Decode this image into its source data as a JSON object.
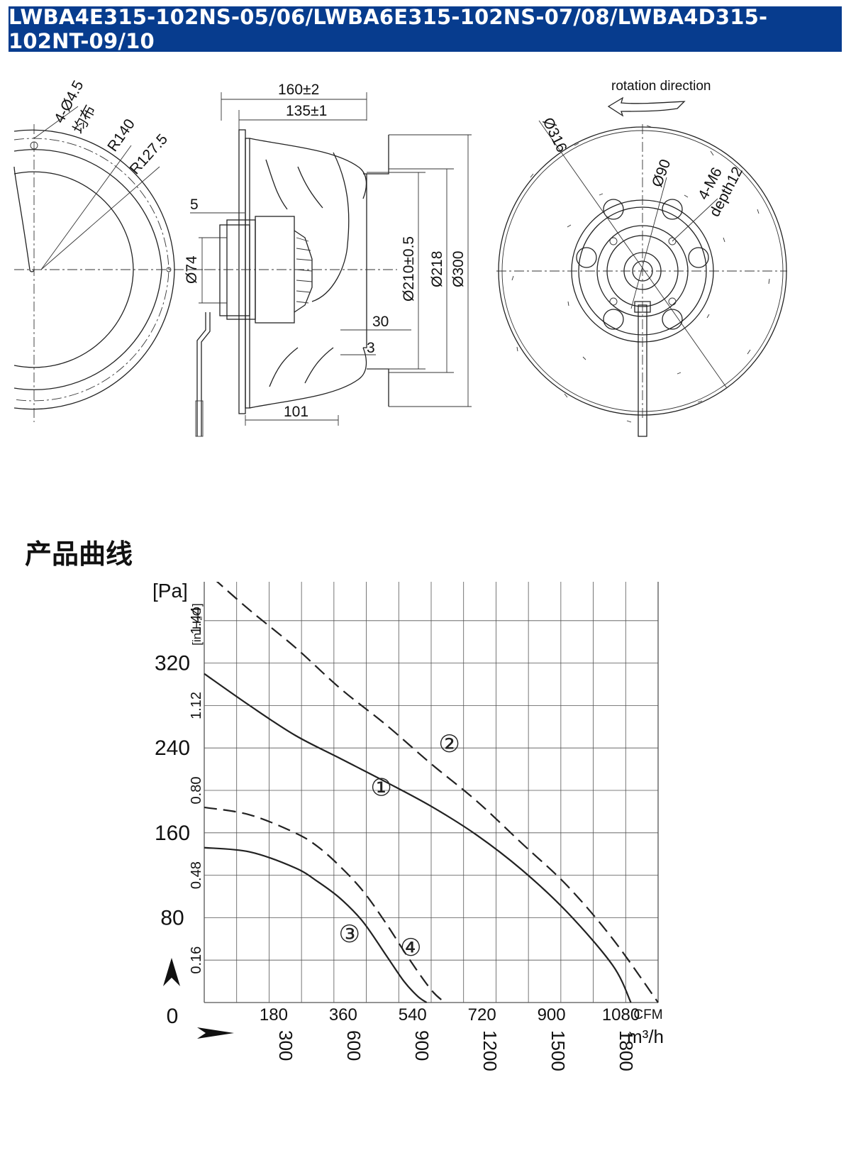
{
  "header": {
    "title": "LWBA4E315-102NS-05/06/LWBA6E315-102NS-07/08/LWBA4D315-102NT-09/10"
  },
  "drawing": {
    "left_view": {
      "holes": "4-Ø4.5",
      "holes_note": "均布",
      "r_outer": "R140",
      "r_inner": "R127.5"
    },
    "side_view": {
      "len_160": "160±2",
      "len_135": "135±1",
      "dim_5": "5",
      "dia_74": "Ø74",
      "dim_30": "30",
      "dim_3": "3",
      "len_101": "101",
      "dia_210": "Ø210±0.5",
      "dia_218": "Ø218",
      "dia_300": "Ø300"
    },
    "front_view": {
      "rotation": "rotation direction",
      "dia_316": "Ø316",
      "dia_90": "Ø90",
      "thread": "4-M6",
      "depth": "depth12"
    }
  },
  "section_title": "产品曲线",
  "chart_data": {
    "type": "line",
    "y_unit_pa": "[Pa]",
    "y_unit_inh2o": "[in.H₂O]",
    "y_ticks_pa": [
      "0",
      "80",
      "160",
      "240",
      "320"
    ],
    "y_ticks_inh2o": [
      "0.16",
      "0.48",
      "0.80",
      "1.12",
      "1.44"
    ],
    "x_ticks_cfm": [
      "180",
      "360",
      "540",
      "720",
      "900",
      "1080"
    ],
    "x_unit_cfm": "CFM",
    "x_ticks_m3h": [
      "300",
      "600",
      "900",
      "1200",
      "1500",
      "1800"
    ],
    "x_unit_m3h": "m³/h",
    "xlim_m3h": [
      0,
      2000
    ],
    "ylim_pa": [
      0,
      400
    ],
    "series": [
      {
        "name": "①",
        "style": "solid",
        "x": [
          0,
          200,
          400,
          600,
          800,
          1000,
          1200,
          1400,
          1600,
          1800,
          1880
        ],
        "y": [
          310,
          280,
          252,
          230,
          208,
          185,
          158,
          125,
          85,
          35,
          0
        ]
      },
      {
        "name": "②",
        "style": "dashed",
        "x": [
          40,
          200,
          400,
          600,
          800,
          1000,
          1200,
          1400,
          1600,
          1800,
          2000
        ],
        "y": [
          400,
          370,
          335,
          296,
          262,
          225,
          190,
          150,
          110,
          60,
          0
        ]
      },
      {
        "name": "③",
        "style": "solid",
        "x": [
          0,
          200,
          400,
          500,
          600,
          700,
          800,
          880,
          940,
          980
        ],
        "y": [
          146,
          142,
          127,
          114,
          98,
          76,
          45,
          20,
          6,
          0
        ]
      },
      {
        "name": "④",
        "style": "dashed",
        "x": [
          0,
          200,
          400,
          500,
          600,
          700,
          800,
          900,
          1000,
          1060
        ],
        "y": [
          184,
          177,
          160,
          147,
          128,
          105,
          75,
          42,
          12,
          0
        ]
      }
    ]
  }
}
